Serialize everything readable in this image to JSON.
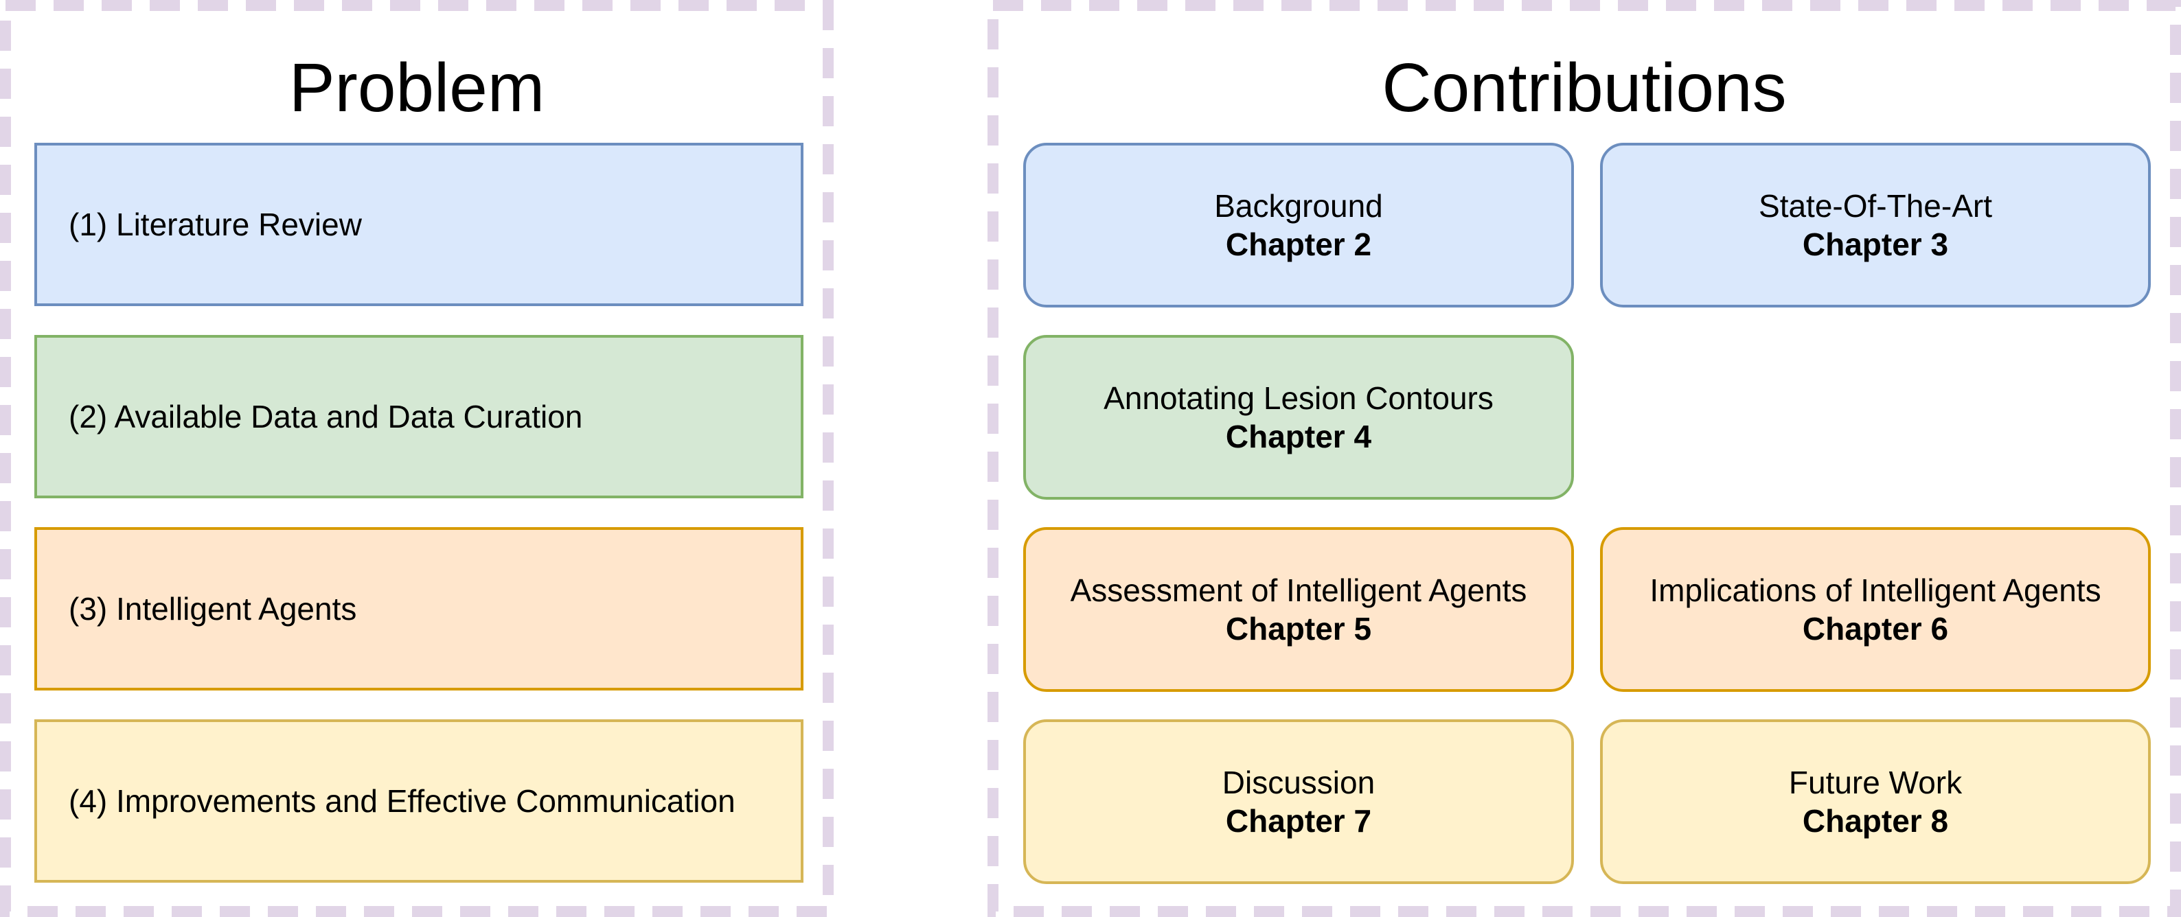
{
  "colors": {
    "frame": "#e1d5e7",
    "blue_fill": "#dae8fc",
    "blue_border": "#6c8ebf",
    "green_fill": "#d5e8d4",
    "green_border": "#82b366",
    "orange_fill": "#ffe6cc",
    "orange_border": "#d79b00",
    "yellow_fill": "#fff2cc",
    "yellow_border": "#d6b656"
  },
  "problem": {
    "title": "Problem",
    "items": [
      {
        "label": "(1) Literature Review",
        "color": "blue"
      },
      {
        "label": "(2) Available Data and Data Curation",
        "color": "green"
      },
      {
        "label": "(3) Intelligent Agents",
        "color": "orange"
      },
      {
        "label": "(4) Improvements and Effective Communication",
        "color": "yellow"
      }
    ]
  },
  "contributions": {
    "title": "Contributions",
    "boxes": [
      {
        "label": "Background",
        "chapter": "Chapter 2",
        "color": "blue"
      },
      {
        "label": "State-Of-The-Art",
        "chapter": "Chapter 3",
        "color": "blue"
      },
      {
        "label": "Annotating Lesion Contours",
        "chapter": "Chapter 4",
        "color": "green"
      },
      {
        "label": "Assessment of Intelligent Agents",
        "chapter": "Chapter 5",
        "color": "orange"
      },
      {
        "label": "Implications of Intelligent Agents",
        "chapter": "Chapter 6",
        "color": "orange"
      },
      {
        "label": "Discussion",
        "chapter": "Chapter 7",
        "color": "yellow"
      },
      {
        "label": "Future Work",
        "chapter": "Chapter 8",
        "color": "yellow"
      }
    ]
  }
}
